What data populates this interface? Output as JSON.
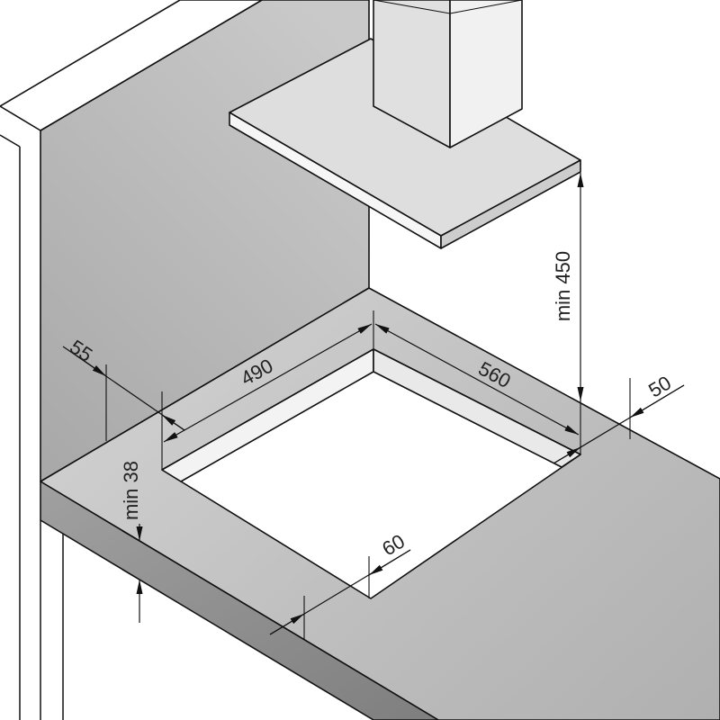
{
  "figure": {
    "dimensions": {
      "side_clearance": "55",
      "cutout_depth": "490",
      "cutout_width": "560",
      "rear_clearance": "50",
      "hood_clearance": "min 450",
      "worktop_thickness": "min 38",
      "front_clearance": "60"
    }
  },
  "colors": {
    "background": "#ffffff",
    "wall_light": "#c9c9c9",
    "wall_dark": "#a9a9a9",
    "worktop_light": "#d0d0d0",
    "worktop_mid": "#bdbdbd",
    "worktop_dark": "#b0b0b0",
    "worktop_front_light": "#a0a0a0",
    "worktop_front_dark": "#7f7f7f",
    "hood_top": "#dedede",
    "hood_left_face": "#f6f6f6",
    "hood_right_face": "#cdcdcd",
    "chimney_left_face": "#e0e0e0",
    "chimney_right_face": "#f1f1f1",
    "cutout_floor": "#ffffff",
    "cutout_left_wall": "#f3f3f3",
    "cutout_right_wall": "#e9e9e9"
  }
}
